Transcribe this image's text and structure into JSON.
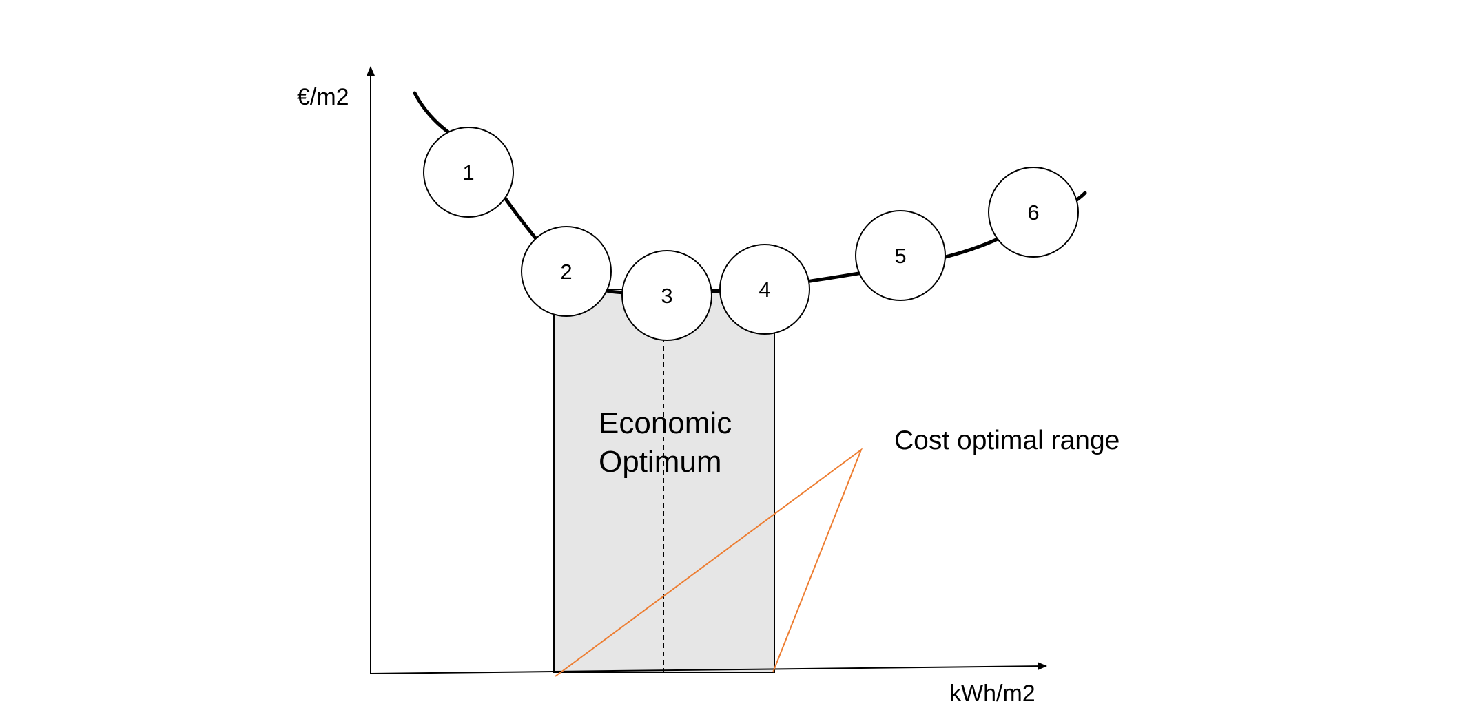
{
  "diagram": {
    "y_axis_label": "€/m2",
    "x_axis_label": "kWh/m2",
    "zone_label_line1": "Economic",
    "zone_label_line2": "Optimum",
    "callout_label": "Cost optimal range",
    "points": [
      "1",
      "2",
      "3",
      "4",
      "5",
      "6"
    ],
    "colors": {
      "curve": "#000000",
      "zone_fill": "#e6e6e6",
      "callout": "#ed7d31"
    }
  }
}
